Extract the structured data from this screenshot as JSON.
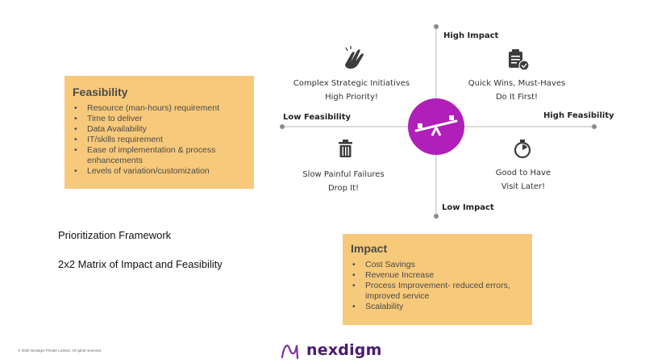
{
  "feasibility": {
    "title": "Feasibility",
    "items": [
      "Resource (man-hours) requirement",
      "Time to deliver",
      "Data Availability",
      "IT/skills requirement",
      "Ease of implementation & process enhancements",
      "Levels of variation/customization"
    ]
  },
  "impact": {
    "title": "Impact",
    "items": [
      "Cost Savings",
      "Revenue Increase",
      "Process Improvement- reduced errors, improved service",
      "Scalability"
    ]
  },
  "axes": {
    "high_impact": "High Impact",
    "low_impact": "Low Impact",
    "low_feasibility": "Low Feasibility",
    "high_feasibility": "High Feasibility"
  },
  "quadrants": {
    "top_left": {
      "line1": "Complex Strategic Initiatives",
      "line2": "High Priority!",
      "icon": "clapping-hands-icon"
    },
    "top_right": {
      "line1": "Quick Wins, Must-Haves",
      "line2": "Do It First!",
      "icon": "clipboard-check-icon"
    },
    "bottom_left": {
      "line1": "Slow Painful Failures",
      "line2": "Drop It!",
      "icon": "trash-icon"
    },
    "bottom_right": {
      "line1": "Good to Have",
      "line2": "Visit Later!",
      "icon": "stopwatch-icon"
    }
  },
  "center_icon": "seesaw-icon",
  "framework_title": "Prioritization Framework",
  "matrix_subtitle": "2x2 Matrix of Impact and Feasibility",
  "copyright": "© 2020 Nexdigm Private Limited. All rights reserved.",
  "brand": "nexdigm",
  "colors": {
    "box": "#f7c97a",
    "accent": "#b01fb8",
    "logo": "#4a1a6e"
  }
}
